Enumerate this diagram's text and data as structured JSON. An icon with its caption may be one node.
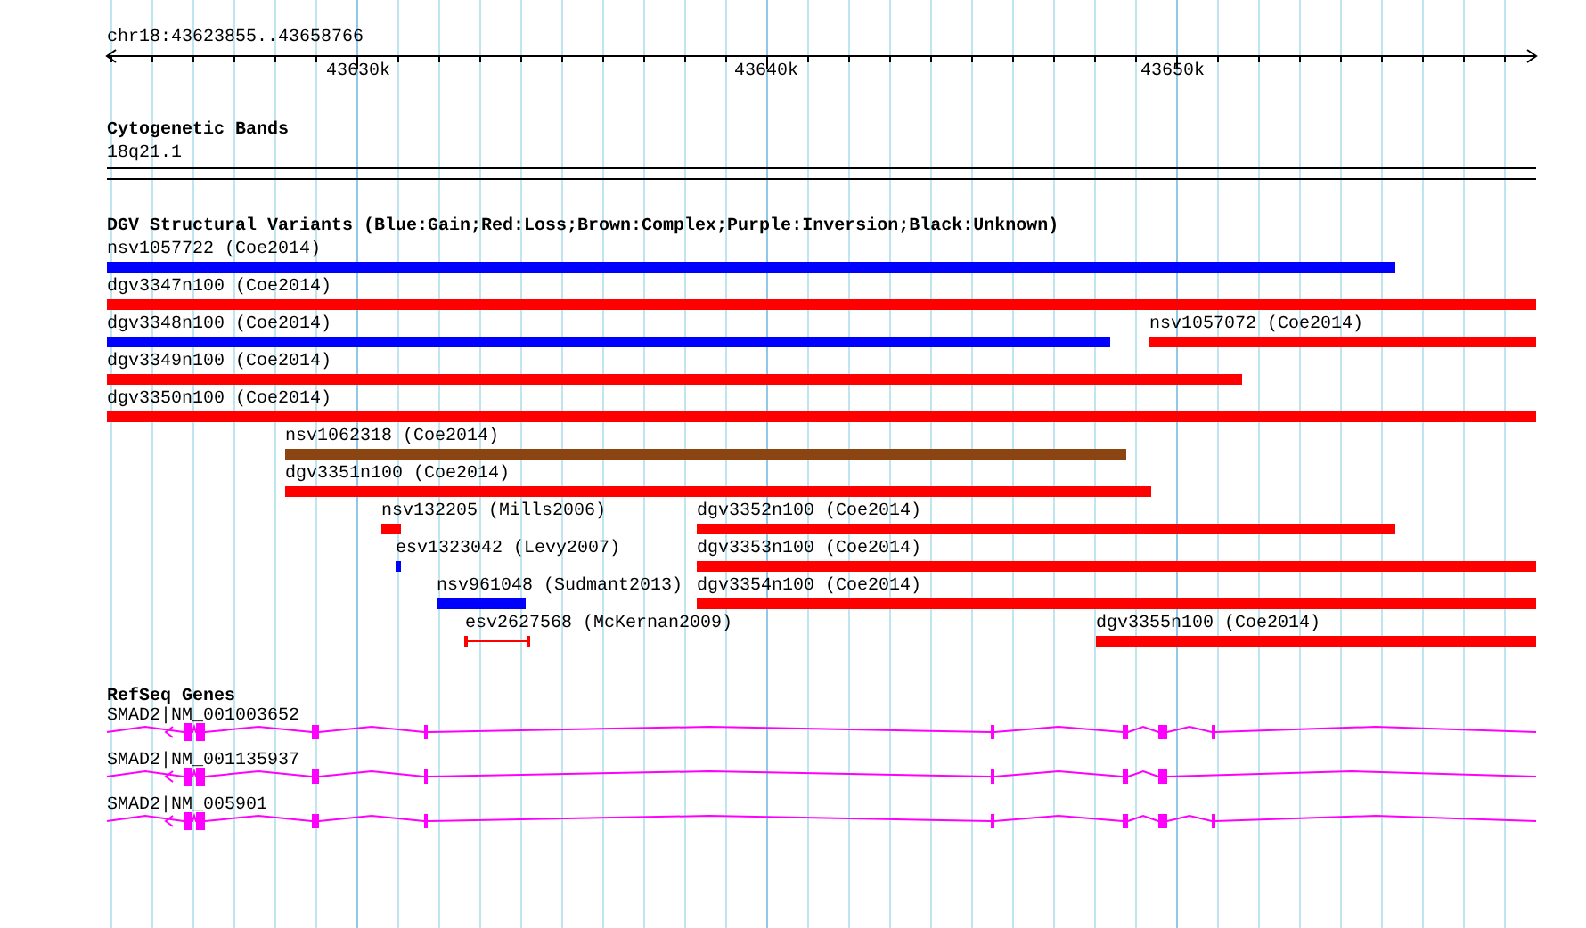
{
  "diagram": {
    "labels": [
      "chr18:43623855..43658766",
      "43630k",
      "43640k",
      "43650k",
      "Cytogenetic Bands",
      "18q21.1",
      "DGV Structural Variants (Blue:Gain;Red:Loss;Brown:Complex;Purple:Inversion;Black:Unknown)",
      "nsv1057722 (Coe2014)",
      "dgv3347n100 (Coe2014)",
      "dgv3348n100 (Coe2014)",
      "nsv1057072 (Coe2014)",
      "dgv3349n100 (Coe2014)",
      "dgv3350n100 (Coe2014)",
      "nsv1062318 (Coe2014)",
      "dgv3351n100 (Coe2014)",
      "nsv132205 (Mills2006)",
      "dgv3352n100 (Coe2014)",
      "esv1323042 (Levy2007)",
      "dgv3353n100 (Coe2014)",
      "nsv961048 (Sudmant2013)",
      "dgv3354n100 (Coe2014)",
      "esv2627568 (McKernan2009)",
      "dgv3355n100 (Coe2014)",
      "RefSeq Genes",
      "SMAD2|NM_001003652",
      "SMAD2|NM_001135937",
      "SMAD2|NM_005901"
    ]
  }
}
